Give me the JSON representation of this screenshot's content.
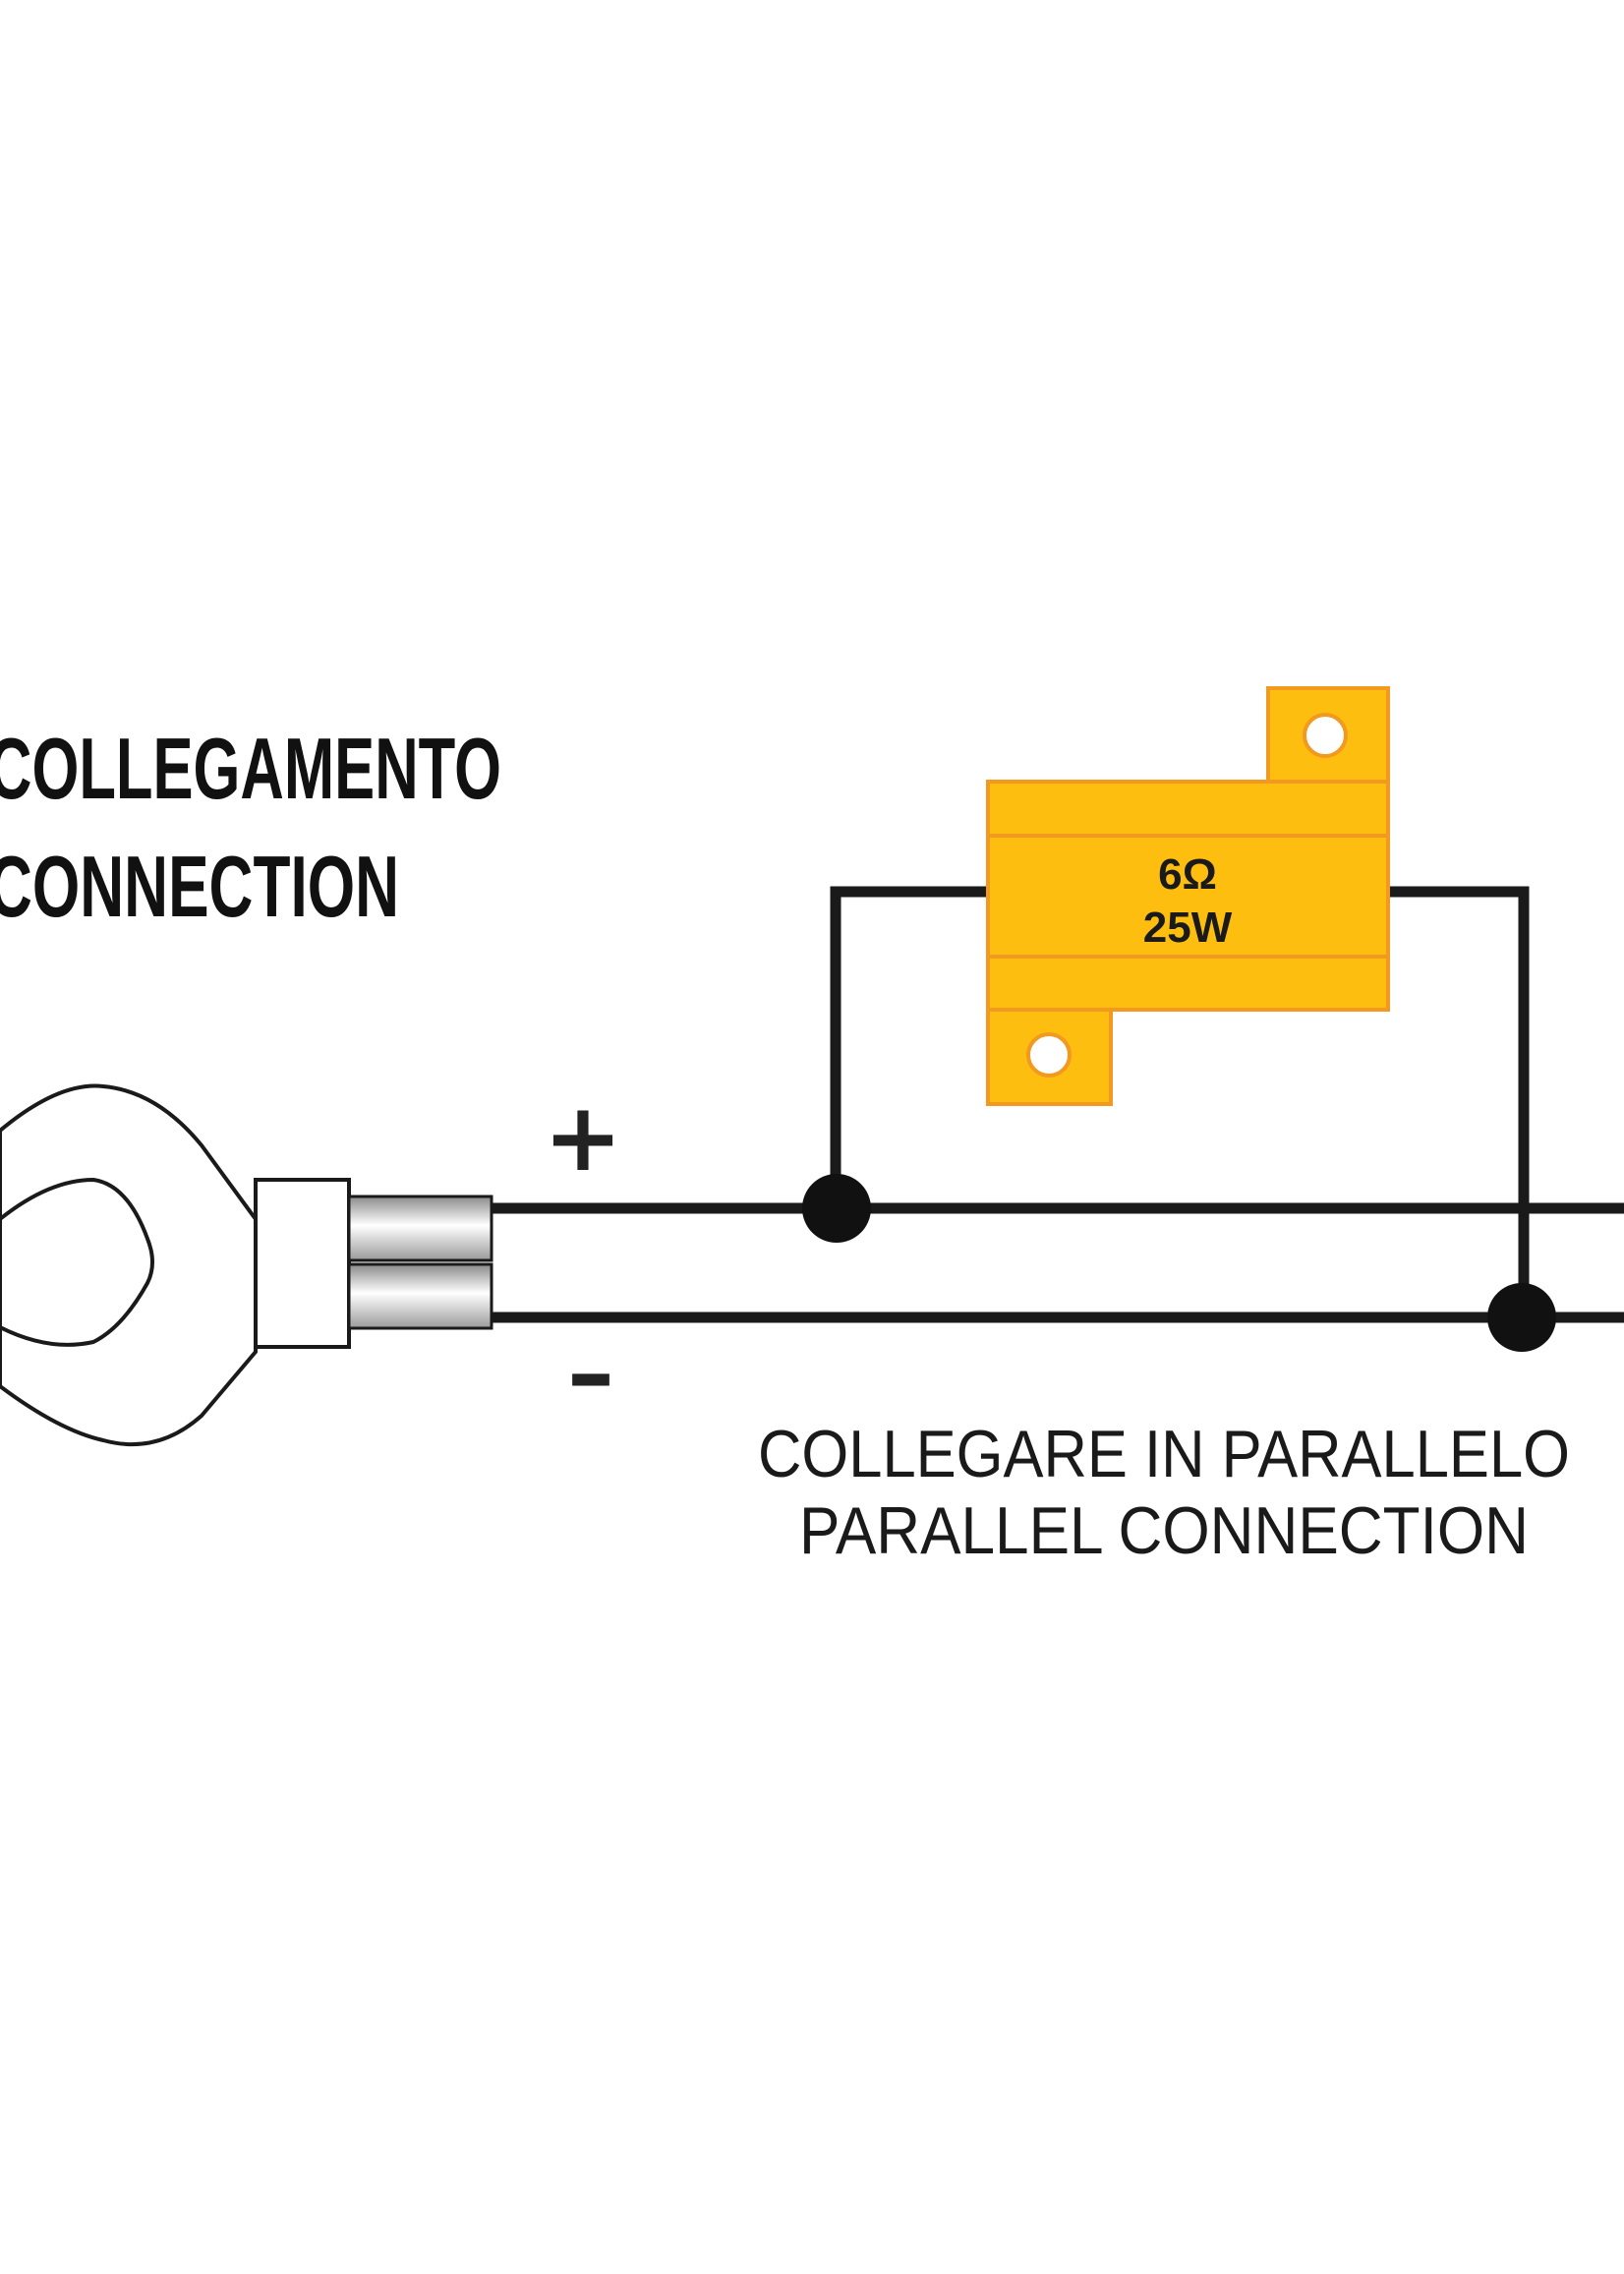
{
  "title": {
    "line1": "COLLEGAMENTO",
    "line2": "CONNECTION"
  },
  "resistor": {
    "resistance": "6Ω",
    "power": "25W",
    "color": "#FDBE10",
    "border_color": "#F29A1F"
  },
  "polarity": {
    "positive": "+",
    "negative": "–"
  },
  "caption": {
    "line1": "COLLEGARE IN PARALLELO",
    "line2": "PARALLEL CONNECTION"
  },
  "colors": {
    "wire": "#1a1a1a",
    "node": "#111111"
  }
}
